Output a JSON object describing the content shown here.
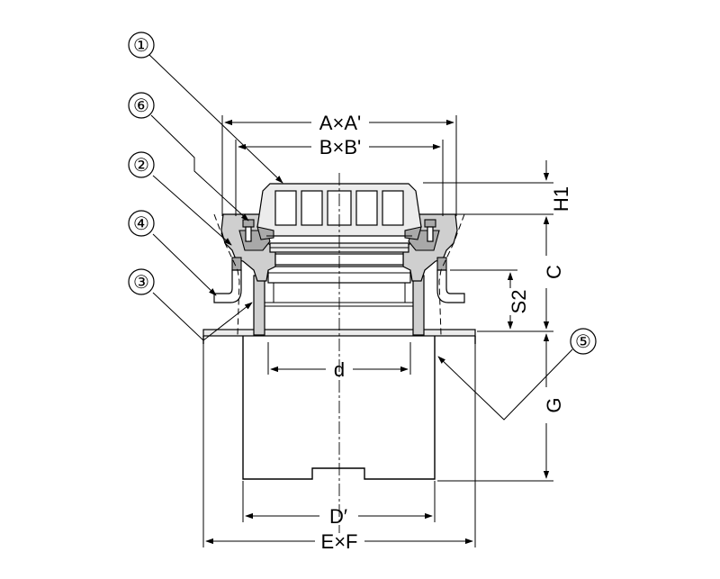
{
  "callouts": {
    "c1": "①",
    "c2": "②",
    "c3": "③",
    "c4": "④",
    "c5": "⑤",
    "c6": "⑥"
  },
  "dimensions": {
    "a": "A×A'",
    "b": "B×B'",
    "h1": "H1",
    "c": "C",
    "s2": "S2",
    "g": "G",
    "d": "d",
    "d_prime": "D′",
    "ef": "E×F"
  }
}
